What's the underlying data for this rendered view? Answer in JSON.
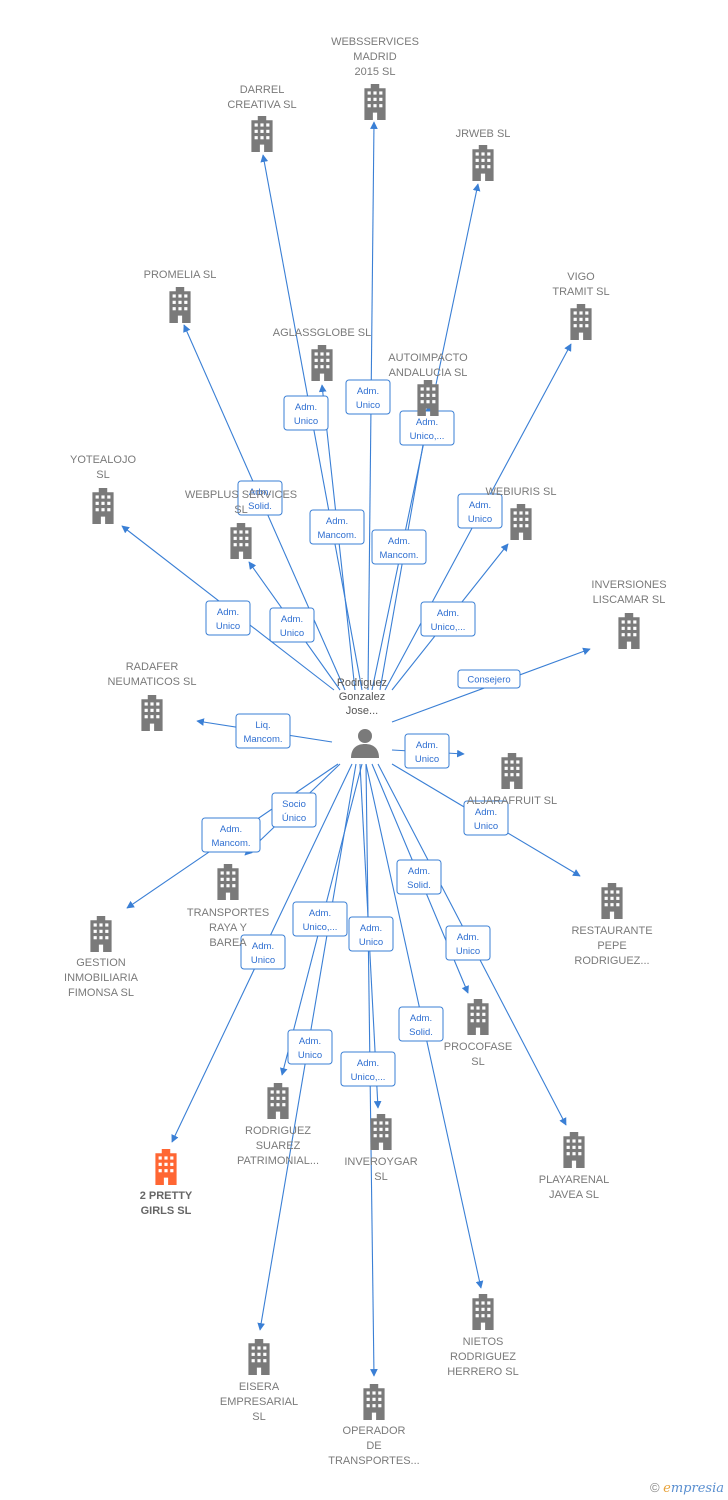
{
  "person": {
    "name_lines": [
      "Rodriguez",
      "Gonzalez",
      "Jose..."
    ]
  },
  "colors": {
    "edge": "#3a7fd5",
    "building": "#7a7a7a",
    "highlight": "#ff6633",
    "role_border": "#3a7fd5"
  },
  "icons": {
    "building": "building-icon",
    "person": "person-icon"
  },
  "companies": [
    {
      "id": "websservices",
      "lines": [
        "WEBSSERVICES",
        "MADRID",
        "2015  SL"
      ]
    },
    {
      "id": "darrel",
      "lines": [
        "DARREL",
        "CREATIVA  SL"
      ]
    },
    {
      "id": "jrweb",
      "lines": [
        "JRWEB  SL"
      ]
    },
    {
      "id": "promelia",
      "lines": [
        "PROMELIA  SL"
      ]
    },
    {
      "id": "vigo",
      "lines": [
        "VIGO",
        "TRAMIT SL"
      ]
    },
    {
      "id": "aglassglobe",
      "lines": [
        "AGLASSGLOBE SL"
      ]
    },
    {
      "id": "autoimpacto",
      "lines": [
        "AUTOIMPACTO",
        "ANDALUCIA SL"
      ]
    },
    {
      "id": "yotealojo",
      "lines": [
        "YOTEALOJO",
        "SL"
      ]
    },
    {
      "id": "webplus",
      "lines": [
        "WEBPLUS SERVICES",
        "SL"
      ]
    },
    {
      "id": "webiuris",
      "lines": [
        "WEBIURIS  SL"
      ]
    },
    {
      "id": "inversiones",
      "lines": [
        "INVERSIONES",
        "LISCAMAR SL"
      ]
    },
    {
      "id": "radafer",
      "lines": [
        "RADAFER",
        "NEUMATICOS SL"
      ]
    },
    {
      "id": "aljarafruit",
      "lines": [
        "ALJARAFRUIT SL"
      ]
    },
    {
      "id": "restaurante",
      "lines": [
        "RESTAURANTE",
        "PEPE",
        "RODRIGUEZ..."
      ]
    },
    {
      "id": "transportes",
      "lines": [
        "TRANSPORTES",
        "RAYA Y",
        "BAREA"
      ]
    },
    {
      "id": "gestion",
      "lines": [
        "GESTION",
        "INMOBILIARIA",
        "FIMONSA  SL"
      ]
    },
    {
      "id": "procofase",
      "lines": [
        "PROCOFASE",
        "SL"
      ]
    },
    {
      "id": "pretty",
      "lines": [
        "2 PRETTY",
        "GIRLS  SL"
      ],
      "highlight": true
    },
    {
      "id": "rodriguezsuarez",
      "lines": [
        "RODRIGUEZ",
        "SUAREZ",
        "PATRIMONIAL..."
      ]
    },
    {
      "id": "inveroygar",
      "lines": [
        "INVEROYGAR",
        "SL"
      ]
    },
    {
      "id": "playarenal",
      "lines": [
        "PLAYARENAL",
        "JAVEA SL"
      ]
    },
    {
      "id": "nietos",
      "lines": [
        "NIETOS",
        "RODRIGUEZ",
        "HERRERO SL"
      ]
    },
    {
      "id": "eisera",
      "lines": [
        "EISERA",
        "EMPRESARIAL",
        "SL"
      ]
    },
    {
      "id": "operador",
      "lines": [
        "OPERADOR",
        "DE",
        "TRANSPORTES..."
      ]
    }
  ],
  "roles": [
    {
      "lines": [
        "Adm.",
        "Unico"
      ]
    },
    {
      "lines": [
        "Adm.",
        "Unico"
      ]
    },
    {
      "lines": [
        "Adm.",
        "Unico,..."
      ]
    },
    {
      "lines": [
        "Adm.",
        "Solid."
      ]
    },
    {
      "lines": [
        "Adm.",
        "Mancom."
      ]
    },
    {
      "lines": [
        "Adm.",
        "Mancom."
      ]
    },
    {
      "lines": [
        "Adm.",
        "Unico"
      ]
    },
    {
      "lines": [
        "Adm.",
        "Unico"
      ]
    },
    {
      "lines": [
        "Adm.",
        "Unico"
      ]
    },
    {
      "lines": [
        "Adm.",
        "Unico,..."
      ]
    },
    {
      "lines": [
        "Consejero"
      ]
    },
    {
      "lines": [
        "Liq.",
        "Mancom."
      ]
    },
    {
      "lines": [
        "Adm.",
        "Unico"
      ]
    },
    {
      "lines": [
        "Socio",
        "Único"
      ]
    },
    {
      "lines": [
        "Adm.",
        "Mancom."
      ]
    },
    {
      "lines": [
        "Adm.",
        "Unico"
      ]
    },
    {
      "lines": [
        "Adm.",
        "Solid."
      ]
    },
    {
      "lines": [
        "Adm.",
        "Unico,..."
      ]
    },
    {
      "lines": [
        "Adm.",
        "Unico"
      ]
    },
    {
      "lines": [
        "Adm.",
        "Unico"
      ]
    },
    {
      "lines": [
        "Adm.",
        "Unico"
      ]
    },
    {
      "lines": [
        "Adm.",
        "Solid."
      ]
    },
    {
      "lines": [
        "Adm.",
        "Unico"
      ]
    },
    {
      "lines": [
        "Adm.",
        "Unico,..."
      ]
    }
  ],
  "brand": {
    "copyright": "©",
    "initial": "e",
    "rest": "mpresia"
  }
}
